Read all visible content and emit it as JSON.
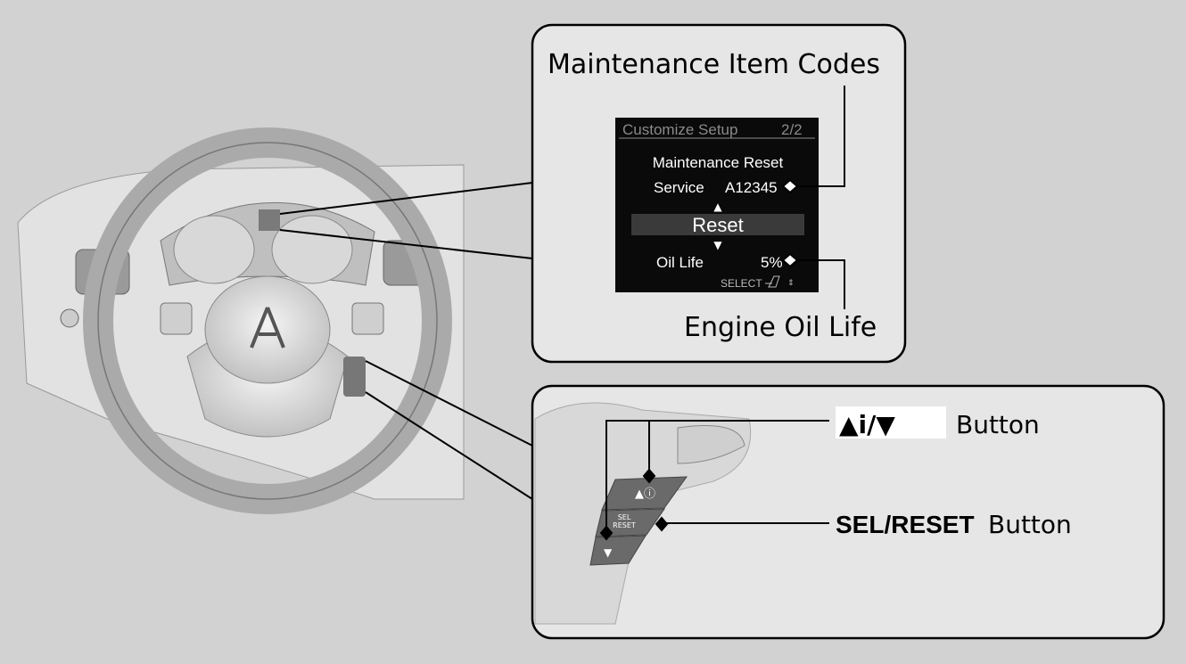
{
  "callout_top": {
    "label_codes": "Maintenance Item Codes",
    "label_oil": "Engine Oil Life",
    "display": {
      "header": "Customize Setup",
      "page": "2/2",
      "title": "Maintenance Reset",
      "service_label": "Service",
      "service_code": "A12345",
      "selected_option": "Reset",
      "oil_label": "Oil Life",
      "oil_value": "5%",
      "select_hint": "SELECT"
    }
  },
  "callout_bottom": {
    "info_button_label": "Button",
    "info_button_symbol": "▲i/▼",
    "sel_reset_name": "SEL/RESET",
    "sel_reset_label": "Button",
    "switch_sel": "SEL",
    "switch_reset": "RESET"
  },
  "colors": {
    "background": "#d2d2d2",
    "callout_fill": "#e6e6e6",
    "screen": "#0a0a0a",
    "switch": "#6a6a6a"
  }
}
